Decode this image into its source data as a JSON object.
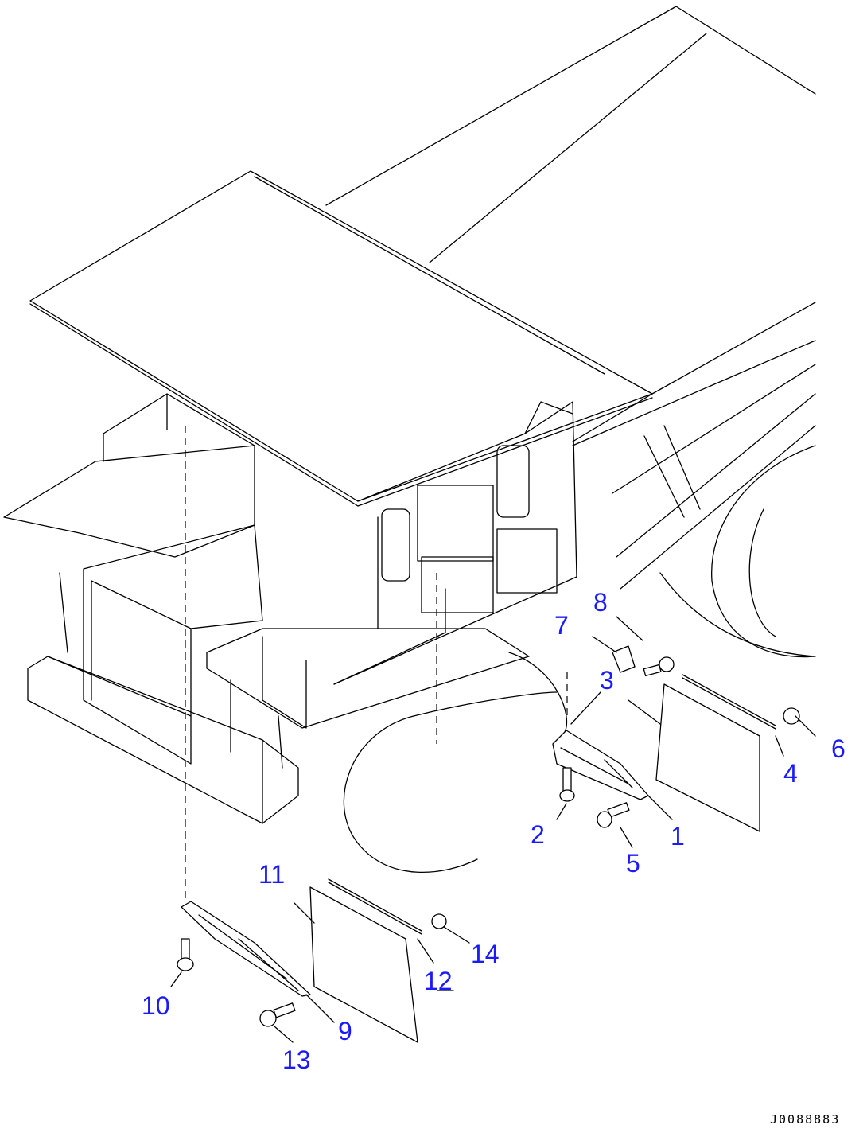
{
  "callouts": {
    "c1": "1",
    "c2": "2",
    "c3": "3",
    "c4": "4",
    "c5": "5",
    "c6": "6",
    "c7": "7",
    "c8": "8",
    "c9": "9",
    "c10": "10",
    "c11": "11",
    "c12": "12",
    "c13": "13",
    "c14": "14"
  },
  "drawing_number": "J0088883",
  "colors": {
    "callout": "#1a1aff",
    "line": "#000000",
    "background": "#ffffff"
  }
}
